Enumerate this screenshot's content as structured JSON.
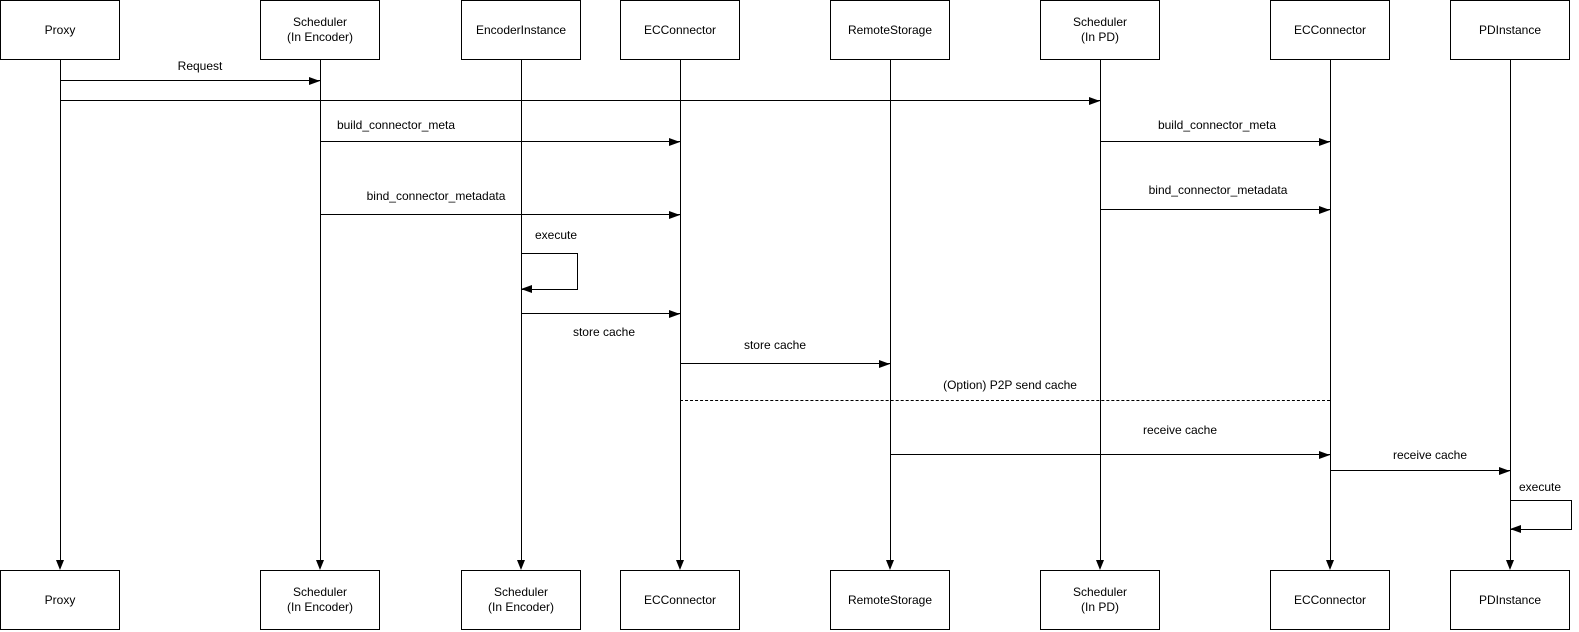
{
  "diagram": {
    "type": "uml-sequence-diagram",
    "colors": {
      "line": "#000000",
      "text": "#000000",
      "background": "#ffffff"
    },
    "participants_top": [
      {
        "line1": "Proxy"
      },
      {
        "line1": "Scheduler",
        "line2": "(In Encoder)"
      },
      {
        "line1": "EncoderInstance"
      },
      {
        "line1": "ECConnector"
      },
      {
        "line1": "RemoteStorage"
      },
      {
        "line1": "Scheduler",
        "line2": "(In PD)"
      },
      {
        "line1": "ECConnector"
      },
      {
        "line1": "PDInstance"
      }
    ],
    "participants_bottom": [
      {
        "line1": "Proxy"
      },
      {
        "line1": "Scheduler",
        "line2": "(In Encoder)"
      },
      {
        "line1": "Scheduler",
        "line2": "(In Encoder)"
      },
      {
        "line1": "ECConnector"
      },
      {
        "line1": "RemoteStorage"
      },
      {
        "line1": "Scheduler",
        "line2": "(In PD)"
      },
      {
        "line1": "ECConnector"
      },
      {
        "line1": "PDInstance"
      }
    ],
    "messages": [
      {
        "label": "Request",
        "from": "Proxy",
        "to": "Scheduler (In Encoder)",
        "style": "solid-arrow"
      },
      {
        "label": "",
        "from": "Proxy",
        "to": "Scheduler (In PD)",
        "style": "solid-arrow"
      },
      {
        "label": "build_connector_meta",
        "from": "Scheduler (In Encoder)",
        "to": "ECConnector",
        "style": "solid-arrow"
      },
      {
        "label": "build_connector_meta",
        "from": "Scheduler (In PD)",
        "to": "ECConnector",
        "style": "solid-arrow"
      },
      {
        "label": "bind_connector_metadata",
        "from": "Scheduler (In Encoder)",
        "to": "ECConnector",
        "style": "solid-arrow"
      },
      {
        "label": "bind_connector_metadata",
        "from": "Scheduler (In PD)",
        "to": "ECConnector",
        "style": "solid-arrow"
      },
      {
        "label": "execute",
        "from": "EncoderInstance",
        "to": "EncoderInstance",
        "style": "self-loop"
      },
      {
        "label": "store cache",
        "from": "EncoderInstance",
        "to": "ECConnector",
        "style": "solid-arrow"
      },
      {
        "label": "store cache",
        "from": "ECConnector",
        "to": "RemoteStorage",
        "style": "solid-arrow"
      },
      {
        "label": "(Option) P2P send cache",
        "from": "ECConnector",
        "to": "ECConnector",
        "style": "dashed-line"
      },
      {
        "label": "receive cache",
        "from": "RemoteStorage",
        "to": "ECConnector",
        "style": "solid-arrow"
      },
      {
        "label": "receive cache",
        "from": "ECConnector",
        "to": "PDInstance",
        "style": "solid-arrow"
      },
      {
        "label": "execute",
        "from": "PDInstance",
        "to": "PDInstance",
        "style": "self-loop"
      }
    ]
  }
}
